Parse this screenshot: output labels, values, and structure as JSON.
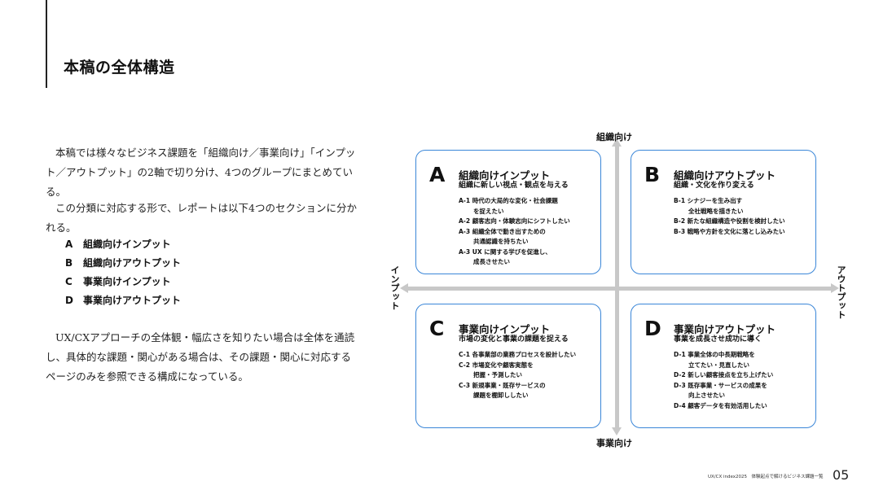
{
  "heading": "本稿の全体構造",
  "intro": {
    "p1": "本稿では様々なビジネス課題を「組織向け／事業向け」「インプット／アウトプット」の2軸で切り分け、4つのグループにまとめている。",
    "p2": "この分類に対応する形で、レポートは以下4つのセクションに分かれる。",
    "p3": "UX/CXアプローチの全体観・幅広さを知りたい場合は全体を通読し、具体的な課題・関心がある場合は、その課題・関心に対応するページのみを参照できる構成になっている。"
  },
  "sections": [
    {
      "letter": "A",
      "label": "組織向けインプット"
    },
    {
      "letter": "B",
      "label": "組織向けアウトプット"
    },
    {
      "letter": "C",
      "label": "事業向けインプット"
    },
    {
      "letter": "D",
      "label": "事業向けアウトプット"
    }
  ],
  "axes": {
    "top": "組織向け",
    "bottom": "事業向け",
    "left": "インプット",
    "right": "アウトプット"
  },
  "quadrants": {
    "A": {
      "letter": "A",
      "title": "組織向けインプット",
      "subtitle": "組織に新しい視点・観点を与える",
      "items": [
        "A-1 時代の大局的な変化・社会課題",
        "を捉えたい",
        "A-2 顧客志向・体験志向にシフトしたい",
        "A-3 組織全体で動き出すための",
        "共通認識を持ちたい",
        "A-3 UX に関する学びを促進し、",
        "成長させたい"
      ]
    },
    "B": {
      "letter": "B",
      "title": "組織向けアウトプット",
      "subtitle": "組織・文化を作り変える",
      "items": [
        "B-1 シナジーを生み出す",
        "全社戦略を描きたい",
        "B-2 新たな組織構造や役割を検討したい",
        "B-3 戦略や方針を文化に落とし込みたい"
      ]
    },
    "C": {
      "letter": "C",
      "title": "事業向けインプット",
      "subtitle": "市場の変化と事業の課題を捉える",
      "items": [
        "C-1 各事業部の業務プロセスを設計したい",
        "C-2 市場変化や顧客実態を",
        "把握・予測したい",
        "C-3 新規事業・既存サービスの",
        "課題を棚卸ししたい"
      ]
    },
    "D": {
      "letter": "D",
      "title": "事業向けアウトプット",
      "subtitle": "事業を成長させ成功に導く",
      "items": [
        "D-1 事業全体の中長期戦略を",
        "立てたい・見直したい",
        "D-2 新しい顧客接点を立ち上げたい",
        "D-3 既存事業・サービスの成果を",
        "向上させたい",
        "D-4 顧客データを有効活用したい"
      ]
    }
  },
  "footer": {
    "publication": "UX/CX index2025　体験起点で解けるビジネス課題一覧",
    "page": "05"
  }
}
